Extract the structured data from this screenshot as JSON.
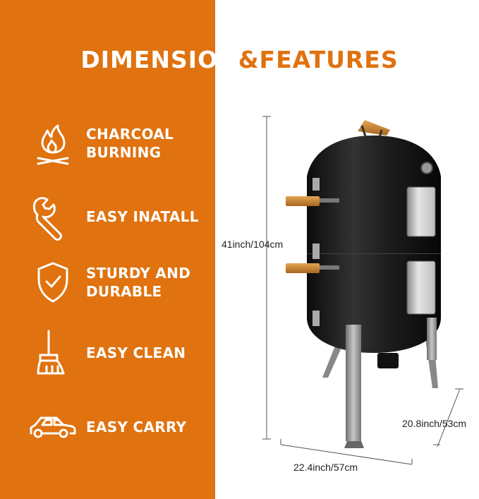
{
  "title": {
    "part1": "DIMENSION",
    "part2": "&FEATURES"
  },
  "features": [
    {
      "icon": "flame-icon",
      "line1": "CHARCOAL",
      "line2": "BURNING"
    },
    {
      "icon": "wrench-icon",
      "line1": "EASY INATALL",
      "line2": ""
    },
    {
      "icon": "shield-check-icon",
      "line1": "STURDY AND",
      "line2": "DURABLE"
    },
    {
      "icon": "broom-icon",
      "line1": "EASY CLEAN",
      "line2": ""
    },
    {
      "icon": "car-icon",
      "line1": "EASY CARRY",
      "line2": ""
    }
  ],
  "dimensions": {
    "height": "41inch/104cm",
    "depth": "20.8inch/53cm",
    "width": "22.4inch/57cm"
  },
  "colors": {
    "brand_orange": "#E0720F",
    "smoker_body": "#1a1a1a",
    "handle_wood": "#C8832F"
  }
}
